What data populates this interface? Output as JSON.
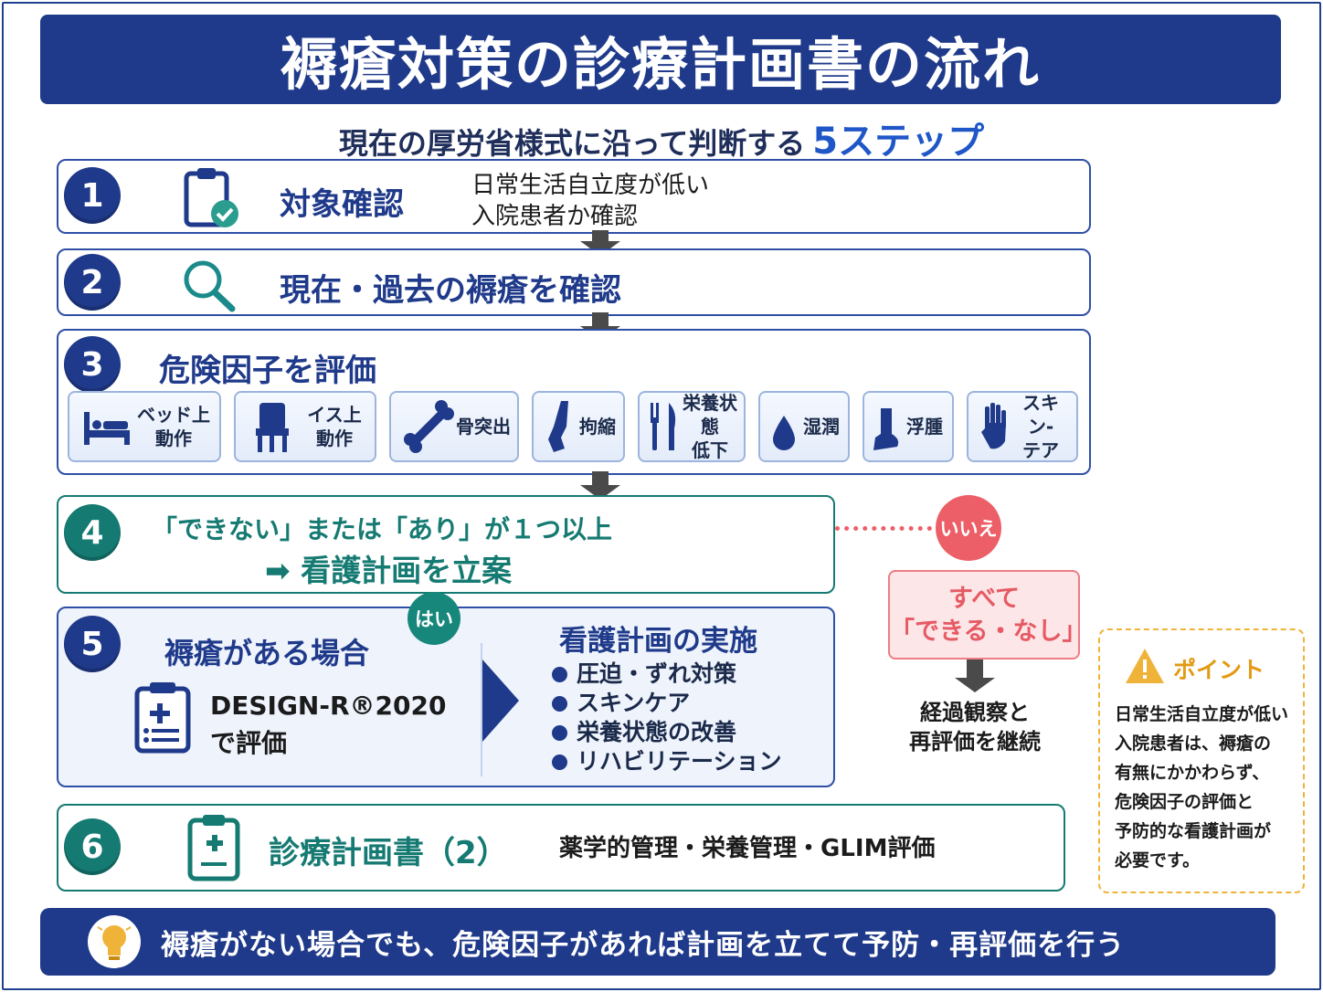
{
  "title": "褥瘡対策の診療計画書の流れ",
  "subtitle": {
    "text": "現在の厚労省様式に沿って判断する",
    "accent": "5ステップ"
  },
  "steps": {
    "s1": {
      "num": "1",
      "title": "対象確認",
      "desc1": "日常生活自立度が低い",
      "desc2": "入院患者か確認",
      "icon": "clipboard-check-icon"
    },
    "s2": {
      "num": "2",
      "title": "現在・過去の褥瘡を確認",
      "icon": "magnifier-icon"
    },
    "s3": {
      "num": "3",
      "title": "危険因子を評価",
      "factors": [
        {
          "line1": "ベッド上",
          "line2": "動作",
          "icon": "bed-icon"
        },
        {
          "line1": "イス上",
          "line2": "動作",
          "icon": "chair-icon"
        },
        {
          "line1": "骨突出",
          "line2": "",
          "icon": "bone-icon"
        },
        {
          "line1": "拘縮",
          "line2": "",
          "icon": "arm-icon"
        },
        {
          "line1": "栄養状態",
          "line2": "低下",
          "icon": "fork-knife-icon"
        },
        {
          "line1": "湿潤",
          "line2": "",
          "icon": "drop-icon"
        },
        {
          "line1": "浮腫",
          "line2": "",
          "icon": "foot-icon"
        },
        {
          "line1": "スキン-",
          "line2": "テア",
          "icon": "hand-icon"
        }
      ]
    },
    "s4": {
      "num": "4",
      "line1": "「できない」または「あり」が１つ以上",
      "line2": "看護計画を立案"
    },
    "s5": {
      "num": "5",
      "title": "褥瘡がある場合",
      "eval1": "DESIGN-R®2020",
      "eval2": "で評価",
      "plan_title": "看護計画の実施",
      "plan_items": [
        "圧迫・ずれ対策",
        "スキンケア",
        "栄養状態の改善",
        "リハビリテーション"
      ],
      "yes": "はい"
    },
    "s6": {
      "num": "6",
      "title": "診療計画書（2）",
      "desc": "薬学的管理・栄養管理・GLIM評価"
    }
  },
  "no_branch": {
    "no": "いいえ",
    "box_line1": "すべて",
    "box_line2": "「できる・なし」",
    "result1": "経過観察と",
    "result2": "再評価を継続"
  },
  "point": {
    "title": "ポイント",
    "lines": [
      "日常生活自立度が低い",
      "入院患者は、褥瘡の",
      "有無にかかわらず、",
      "危険因子の評価と",
      "予防的な看護計画が",
      "必要です。"
    ]
  },
  "bottom": "褥瘡がない場合でも、危険因子があれば計画を立てて予防・再評価を行う",
  "colors": {
    "navy": "#1f3a8a",
    "teal": "#157a72",
    "pink": "#ec5f68",
    "yellow": "#f0b33a"
  }
}
